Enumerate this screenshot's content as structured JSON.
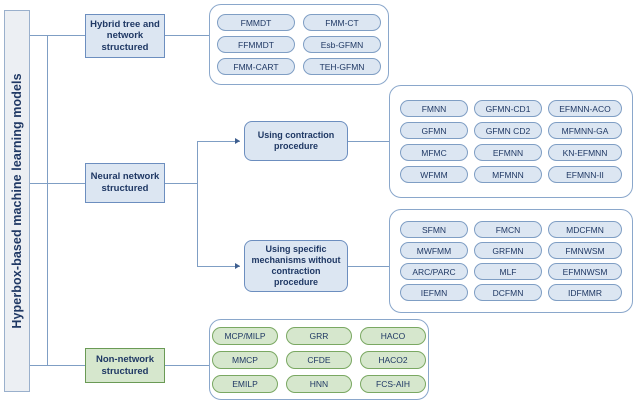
{
  "diagram": {
    "root": {
      "label": "Hyperbox-based machine learning models"
    },
    "categories": [
      {
        "id": "hybrid",
        "label": "Hybrid tree and network structured"
      },
      {
        "id": "neural",
        "label": "Neural network structured"
      },
      {
        "id": "nonnetwork",
        "label": "Non-network structured"
      }
    ],
    "subcategories": [
      {
        "id": "contraction",
        "label": "Using contraction procedure"
      },
      {
        "id": "specific",
        "label": "Using specific mechanisms without contraction procedure"
      }
    ],
    "groups": {
      "hybrid": {
        "items": [
          "FMMDT",
          "FMM-CT",
          "FFMMDT",
          "Esb-GFMN",
          "FMM-CART",
          "TEH-GFMN"
        ]
      },
      "contraction": {
        "items": [
          "FMNN",
          "GFMN-CD1",
          "EFMNN-ACO",
          "GFMN",
          "GFMN CD2",
          "MFMNN-GA",
          "MFMC",
          "EFMNN",
          "KN-EFMNN",
          "WFMM",
          "MFMNN",
          "EFMNN-II"
        ]
      },
      "specific": {
        "items": [
          "SFMN",
          "FMCN",
          "MDCFMN",
          "MWFMM",
          "GRFMN",
          "FMNWSM",
          "ARC/PARC",
          "MLF",
          "EFMNWSM",
          "IEFMN",
          "DCFMN",
          "IDFMMR"
        ]
      },
      "nonnetwork": {
        "items": [
          "MCP/MILP",
          "GRR",
          "HACO",
          "MMCP",
          "CFDE",
          "HACO2",
          "EMILP",
          "HNN",
          "FCS-AIH"
        ]
      }
    },
    "colors": {
      "blue_fill": "#dce6f2",
      "blue_border": "#6c8ebf",
      "green_fill": "#d6e7cd",
      "green_border": "#6a9a55",
      "text": "#1f3864",
      "line": "#7f9ec4"
    }
  }
}
